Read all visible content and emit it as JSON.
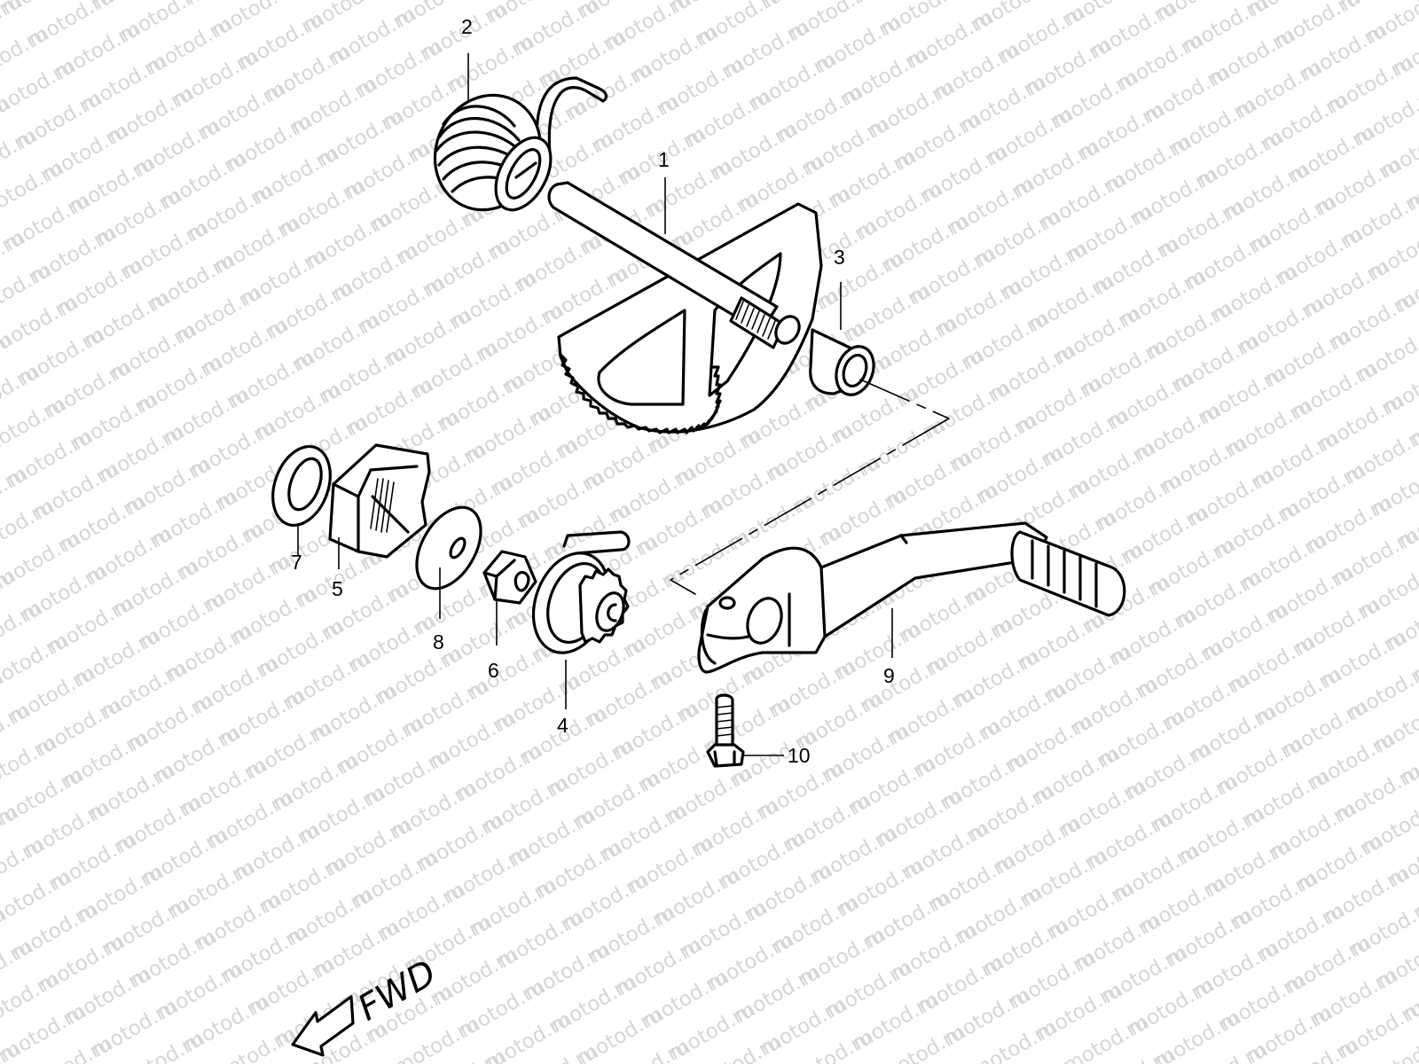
{
  "watermark": {
    "text": "motod.ru",
    "color": "#d6d6d6",
    "angle_deg": -30
  },
  "diagram": {
    "type": "exploded-parts-diagram",
    "direction_indicator": {
      "label": "FWD",
      "icon": "arrow-left-down-icon"
    },
    "callouts": [
      {
        "number": "1",
        "part": "kick-start-shaft-with-sector-gear"
      },
      {
        "number": "2",
        "part": "return-spring"
      },
      {
        "number": "3",
        "part": "bushing"
      },
      {
        "number": "4",
        "part": "pinion-gear-with-clip"
      },
      {
        "number": "5",
        "part": "ratchet-dog"
      },
      {
        "number": "6",
        "part": "nut"
      },
      {
        "number": "7",
        "part": "thrust-washer"
      },
      {
        "number": "8",
        "part": "flat-washer"
      },
      {
        "number": "9",
        "part": "kick-start-lever"
      },
      {
        "number": "10",
        "part": "bolt"
      }
    ]
  }
}
